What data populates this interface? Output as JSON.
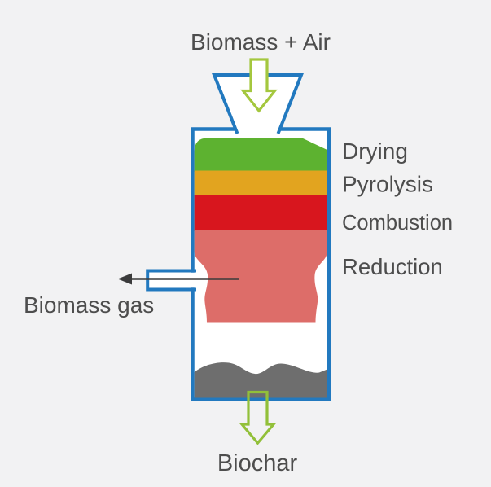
{
  "labels": {
    "input": "Biomass + Air",
    "gas_output": "Biomass gas",
    "solid_output": "Biochar"
  },
  "zones": [
    {
      "label": "Drying",
      "color": "#5db230"
    },
    {
      "label": "Pyrolysis",
      "color": "#e2a41f"
    },
    {
      "label": "Combustion",
      "color": "#d8161e"
    },
    {
      "label": "Reduction",
      "color": "#dd6d69"
    }
  ],
  "colors": {
    "background": "#f2f2f3",
    "vessel_outline": "#2279bf",
    "vessel_fill": "#ffffff",
    "inlet_arrow": "#a4c73e",
    "outlet_arrow": "#92c039",
    "biochar": "#6e6e6e",
    "flow_arrow": "#3b3b3b",
    "text": "#4d4d4d"
  }
}
